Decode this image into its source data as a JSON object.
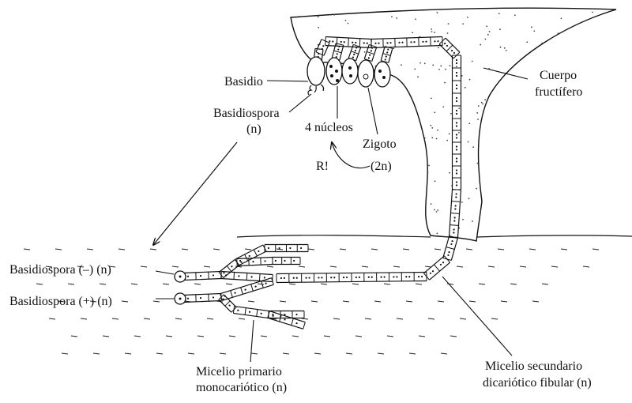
{
  "labels": {
    "basidio": "Basidio",
    "basidiospora_top_1": "Basidiospora",
    "basidiospora_top_2": "(n)",
    "cuatro_nucleos": "4 núcleos",
    "zigoto_1": "Zigoto",
    "zigoto_2": "(2n)",
    "reduction": "R!",
    "cuerpo_1": "Cuerpo",
    "cuerpo_2": "fructífero",
    "basidiospora_minus": "Basidiospora (–) (n)",
    "basidiospora_plus": "Basidiospora (+) (n)",
    "micelio_primario_1": "Micelio primario",
    "micelio_primario_2": "monocariótico (n)",
    "micelio_secundario_1": "Micelio secundario",
    "micelio_secundario_2": "dicariótico fibular (n)"
  },
  "colors": {
    "ink": "#111111",
    "background": "#ffffff"
  }
}
